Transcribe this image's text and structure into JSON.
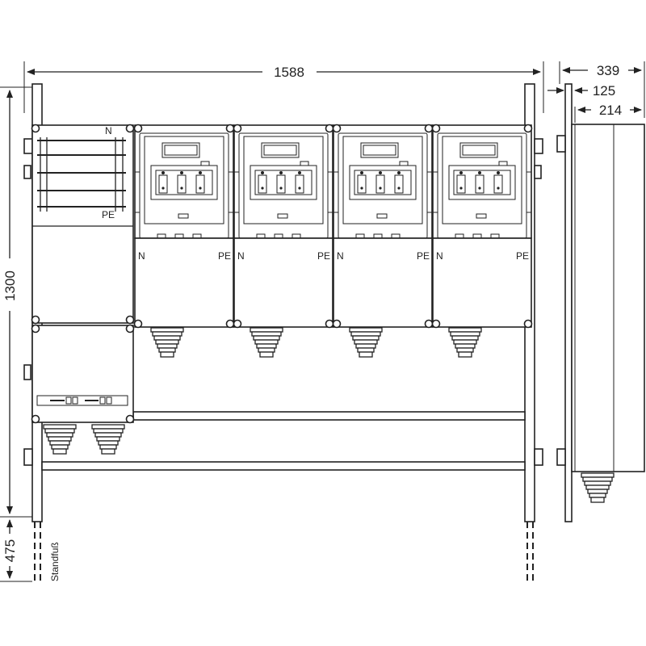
{
  "dimensions": {
    "total_width": "1588",
    "total_height": "1300",
    "foot_height": "475",
    "depth_total": "339",
    "depth_mid": "125",
    "depth_box": "214"
  },
  "labels": {
    "neutral": "N",
    "protective_earth": "PE",
    "stand_foot": "Standfuß"
  },
  "modules": [
    {
      "neutral": "N",
      "earth": "PE"
    },
    {
      "neutral": "N",
      "earth": "PE"
    },
    {
      "neutral": "N",
      "earth": "PE"
    },
    {
      "neutral": "N",
      "earth": "PE"
    }
  ],
  "colors": {
    "line": "#222222",
    "background": "#ffffff"
  }
}
